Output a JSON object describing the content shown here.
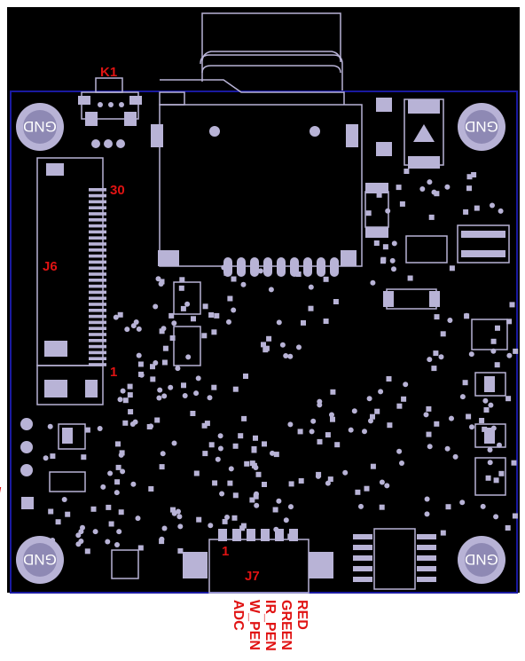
{
  "board": {
    "background_color": "#000000",
    "outline_color": "#1a1aa0",
    "pad_color": "#b8b3d6",
    "label_color": "#e01313"
  },
  "mounting_holes": {
    "label": "GND",
    "count": 4
  },
  "connectors": {
    "k1": {
      "ref": "K1"
    },
    "j6": {
      "ref": "J6",
      "pin_first": "1",
      "pin_last": "30"
    },
    "j7": {
      "ref": "J7",
      "pin_first": "1"
    }
  },
  "j7_signals": [
    "RED",
    "GREEN",
    "IR_PEN",
    "W_PEN",
    "ADC"
  ]
}
